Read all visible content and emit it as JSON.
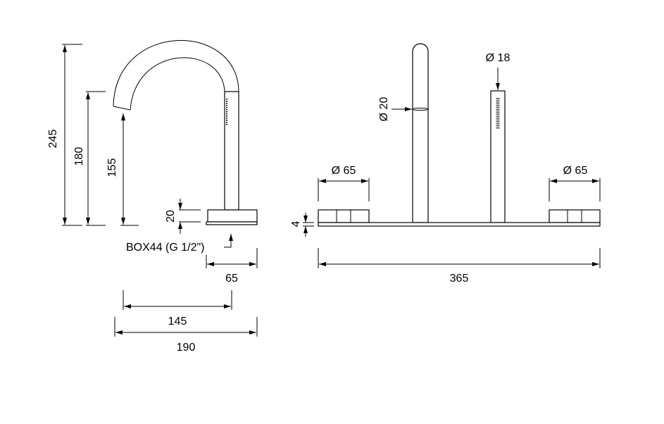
{
  "side_view": {
    "dims": {
      "total_height": "245",
      "spout_height": "180",
      "outlet_height": "155",
      "base_height": "20",
      "base_width": "65",
      "spout_reach": "145",
      "total_depth": "190"
    },
    "box_label": "BOX44 (G 1/2\")"
  },
  "front_view": {
    "dims": {
      "spout_diameter": "Ø 20",
      "handshower_diameter": "Ø 18",
      "left_handle_diameter": "Ø 65",
      "right_handle_diameter": "Ø 65",
      "plate_thickness": "4",
      "total_width": "365"
    }
  }
}
